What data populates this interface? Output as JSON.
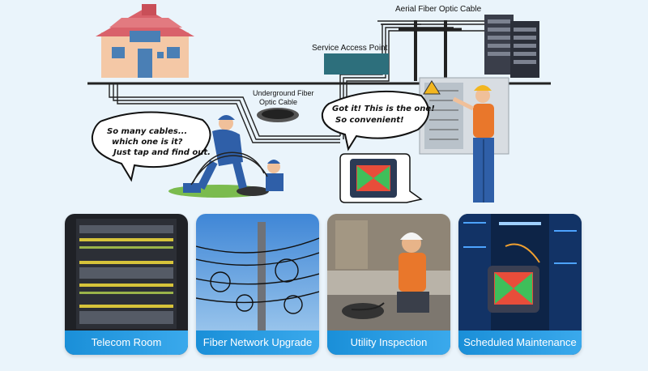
{
  "labels": {
    "aerial": "Aerial Fiber Optic Cable",
    "service_access_point": "Service Access Point",
    "underground_line1": "Underground Fiber",
    "underground_line2": "Optic Cable"
  },
  "bubbles": {
    "left": [
      "So many cables...",
      "which one is it?",
      "Just tap and find out."
    ],
    "right": [
      "Got it! This is the one!",
      "So convenient!"
    ]
  },
  "cards": [
    {
      "caption": "Telecom Room",
      "icon": "server-rack-photo"
    },
    {
      "caption": "Fiber Network Upgrade",
      "icon": "utility-pole-photo"
    },
    {
      "caption": "Utility Inspection",
      "icon": "worker-manhole-photo"
    },
    {
      "caption": "Scheduled Maintenance",
      "icon": "datacenter-device-photo"
    }
  ],
  "colors": {
    "background": "#eaf4fb",
    "caption_bar": "#1a8fd8",
    "worker_blue": "#2f5fa8",
    "worker_orange": "#e9772b"
  }
}
